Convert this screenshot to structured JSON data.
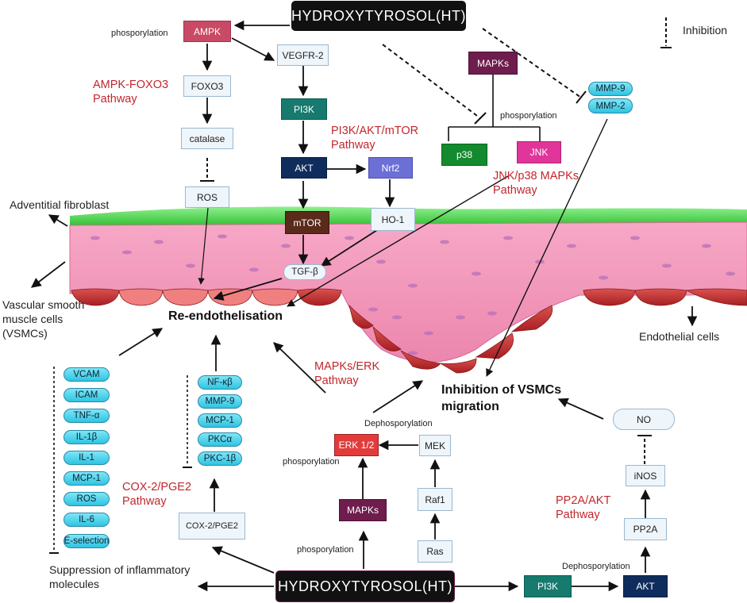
{
  "title_top": "HYDROXYTYROSOL(HT)",
  "title_bottom": "HYDROXYTYROSOL(HT)",
  "legend": {
    "label": "Inhibition"
  },
  "nodes": {
    "ampk": "AMPK",
    "vegfr2": "VEGFR-2",
    "foxo3": "FOXO3",
    "catalase": "catalase",
    "ros": "ROS",
    "pi3k_top": "PI3K",
    "akt_top": "AKT",
    "nrf2": "Nrf2",
    "mtor": "mTOR",
    "ho1": "HO-1",
    "tgfb": "TGF-β",
    "mapks_top": "MAPKs",
    "p38": "p38",
    "jnk": "JNK",
    "mmp9_top": "MMP-9",
    "mmp2_top": "MMP-2",
    "erk": "ERK 1/2",
    "mek": "MEK",
    "raf1": "Raf1",
    "ras": "Ras",
    "mapks_bottom": "MAPKs",
    "cox2": "COX-2/PGE2",
    "pi3k_bottom": "PI3K",
    "akt_bottom": "AKT",
    "pp2a": "PP2A",
    "inos": "iNOS",
    "no": "NO"
  },
  "inflammatory_list": [
    "VCAM",
    "ICAM",
    "TNF-α",
    "IL-1β",
    "IL-1",
    "MCP-1",
    "ROS",
    "IL-6",
    "E-selection"
  ],
  "cox_list": [
    "NF-κβ",
    "MMP-9",
    "MCP-1",
    "PKCα",
    "PKC-1β"
  ],
  "pathways": {
    "ampk_foxo3": "AMPK-FOXO3 Pathway",
    "pi3k_akt_mtor": "PI3K/AKT/mTOR Pathway",
    "jnk_p38": "JNK/p38 MAPKs Pathway",
    "mapks_erk": "MAPKs/ERK Pathway",
    "cox2_pge2": "COX-2/PGE2 Pathway",
    "pp2a_akt": "PP2A/AKT Pathway"
  },
  "annotations": {
    "phos_ampk": "phosporylation",
    "phos_mapks": "phosporylation",
    "phos_erk": "phosporylation",
    "phos_bottom": "phosporylation",
    "dephos_mek": "Dephosporylation",
    "dephos_akt": "Dephosporylation"
  },
  "outcomes": {
    "re_endothelisation": "Re-endothelisation",
    "inhibition_vsmc": "Inhibition of VSMCs migration",
    "suppression": "Suppression of inflammatory molecules"
  },
  "tissue_labels": {
    "adventitial": "Adventitial fibroblast",
    "vsmc": "Vascular smooth muscle cells (VSMCs)",
    "endothelial": "Endothelial cells"
  },
  "colors": {
    "pathway_text": "#c1272d",
    "ampk": "#c94a64",
    "teal": "#177a6e",
    "navy": "#0f2d5c",
    "mtor": "#5a2a1a",
    "nrf2": "#6b6fd6",
    "mapks": "#6e1d4d",
    "p38": "#138a2e",
    "jnk": "#e0359a",
    "erk": "#e23b3b"
  }
}
